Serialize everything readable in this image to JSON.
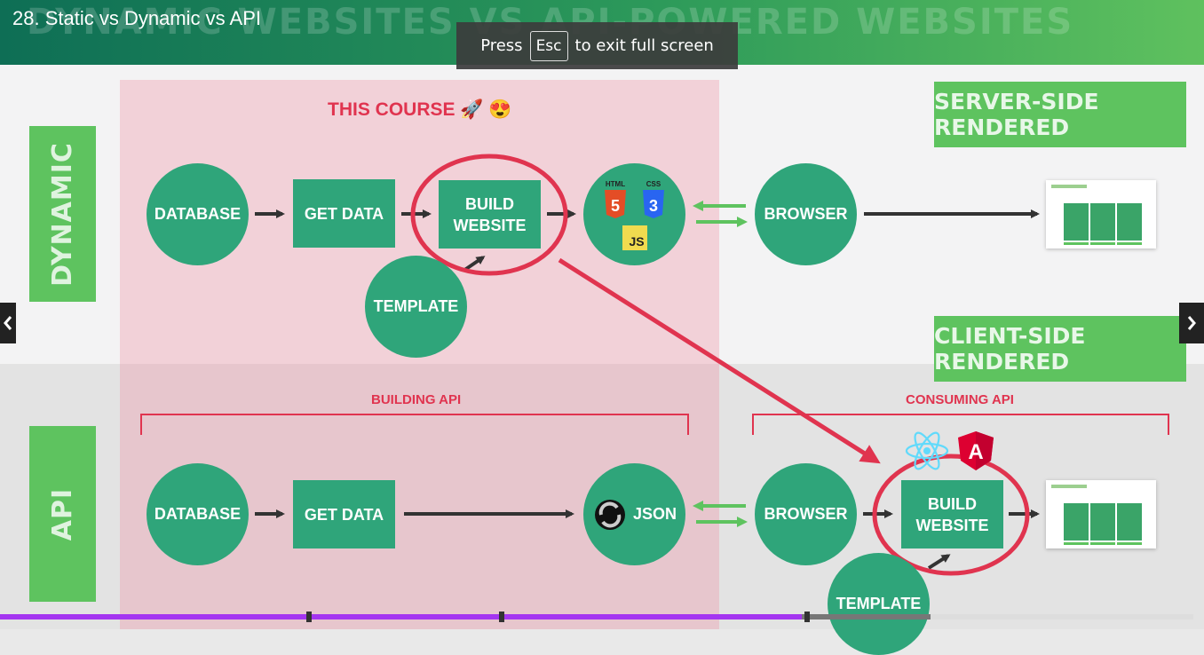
{
  "header": {
    "lesson_title": "28. Static vs Dynamic vs API",
    "ghost_title": "DYNAMIC WEBSITES VS API-POWERED WEBSITES",
    "fullscreen_press": "Press",
    "fullscreen_key": "Esc",
    "fullscreen_rest": "to exit full screen"
  },
  "slide": {
    "course_label": "THIS COURSE",
    "course_emojis": "🚀 😍",
    "rows": {
      "dynamic_label": "DYNAMIC",
      "api_label": "API"
    },
    "server_side": "SERVER-SIDE RENDERED",
    "client_side": "CLIENT-SIDE RENDERED",
    "building_api": "BUILDING API",
    "consuming_api": "CONSUMING API",
    "dynamic_flow": {
      "database": "DATABASE",
      "get_data": "GET DATA",
      "build_website": "BUILD WEBSITE",
      "template": "TEMPLATE",
      "browser": "BROWSER",
      "html": "HTML",
      "html_num": "5",
      "css": "CSS",
      "css_num": "3",
      "js": "JS"
    },
    "api_flow": {
      "database": "DATABASE",
      "get_data": "GET DATA",
      "json": "JSON",
      "browser": "BROWSER",
      "build_website": "BUILD WEBSITE",
      "template": "TEMPLATE",
      "angular": "A"
    }
  },
  "player": {
    "progress_fraction": 0.672,
    "buffer_fraction": 0.78,
    "prev_icon": "chevron-left-icon",
    "next_icon": "chevron-right-icon"
  },
  "colors": {
    "green_node": "#2fa57a",
    "label_green": "#5ec35f",
    "accent_red": "#e0344f",
    "progress": "#a435f0"
  }
}
